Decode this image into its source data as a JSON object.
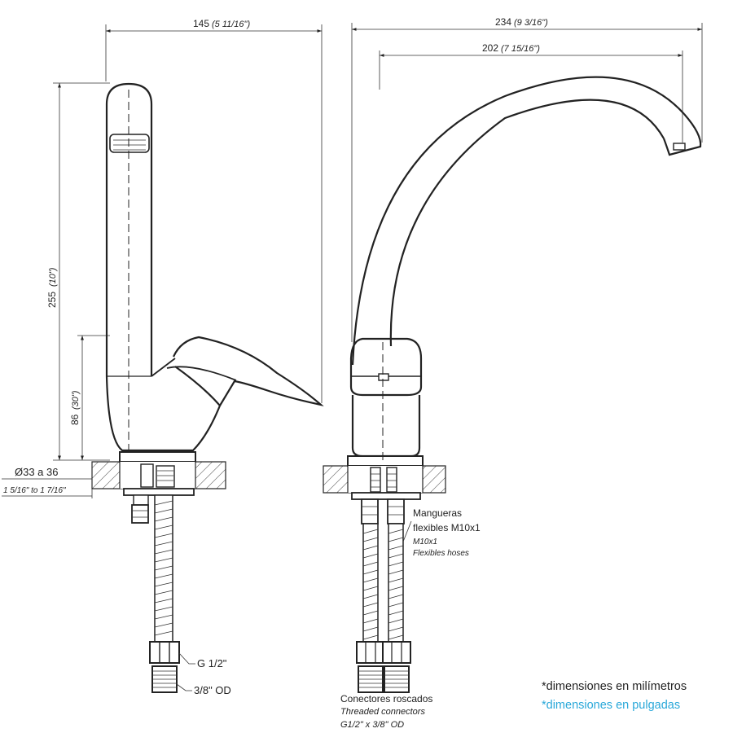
{
  "dimensions": {
    "side_width": {
      "mm": "145",
      "in": "(5 11/16\")"
    },
    "front_total_width": {
      "mm": "234",
      "in": "(9 3/16\")"
    },
    "front_spout_reach": {
      "mm": "202",
      "in": "(7 15/16\")"
    },
    "total_height": {
      "mm": "255",
      "in": "(10\")"
    },
    "base_height": {
      "mm": "86",
      "in": "(30\")"
    },
    "hole_diameter": {
      "mm": "Ø33 a 36",
      "in": "1 5/16\" to 1 7/16\""
    }
  },
  "callouts": {
    "hoses_es_1": "Mangueras",
    "hoses_es_2": "flexibles M10x1",
    "hoses_en_1": "M10x1",
    "hoses_en_2": "Flexibles hoses",
    "thread": "G 1/2\"",
    "od": "3/8\" OD",
    "connectors_es": "Conectores roscados",
    "connectors_en": "Threaded connectors",
    "connectors_spec": "G1/2\" x 3/8\" OD"
  },
  "legend": {
    "mm": "*dimensiones en milímetros",
    "in": "*dimensiones en pulgadas"
  },
  "colors": {
    "line": "#222222",
    "legend_inches": "#29a8d9"
  }
}
